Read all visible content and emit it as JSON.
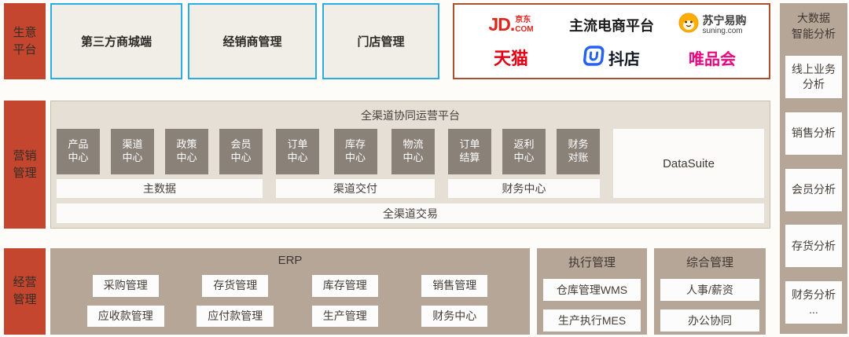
{
  "colors": {
    "rail_red": "#C5462E",
    "top_box_border": "#2BACE2",
    "ecom_border": "#A9512D",
    "panel_beige": "#E6DFD5",
    "dark_box": "#8A8179",
    "tan_panel": "#B6A698",
    "jd_red": "#E1251B",
    "tmall_red": "#E50113",
    "vip_magenta": "#ED037E",
    "douyin_blue": "#2761F1",
    "suning_yellow": "#FFAE00"
  },
  "rails": [
    {
      "label": "生意\n平台"
    },
    {
      "label": "营销\n管理"
    },
    {
      "label": "经营\n管理"
    }
  ],
  "top": {
    "boxes": [
      {
        "label": "第三方商城端"
      },
      {
        "label": "经销商管理"
      },
      {
        "label": "门店管理"
      }
    ],
    "ecommerce": {
      "jd": {
        "main": "JD.",
        "cn": "京东",
        "com": "COM"
      },
      "center_title": "主流电商平台",
      "suning": {
        "cn": "苏宁易购",
        "en": "suning.com"
      },
      "tmall": "天猫",
      "doudian": "抖店",
      "vipshop": "唯品会"
    }
  },
  "middle": {
    "title": "全渠道协同运营平台",
    "groups": [
      {
        "label": "主数据",
        "boxes": [
          "产品\n中心",
          "渠道\n中心",
          "政策\n中心",
          "会员\n中心"
        ]
      },
      {
        "label": "渠道交付",
        "boxes": [
          "订单\n中心",
          "库存\n中心",
          "物流\n中心"
        ]
      },
      {
        "label": "财务中心",
        "boxes": [
          "订单\n结算",
          "返利\n中心",
          "财务\n对账"
        ]
      }
    ],
    "datasuite": "DataSuite",
    "bottom_bar": "全渠道交易"
  },
  "bottom": {
    "erp": {
      "title": "ERP",
      "boxes": [
        "采购管理",
        "存货管理",
        "库存管理",
        "销售管理",
        "应收款管理",
        "应付款管理",
        "生产管理",
        "财务中心"
      ]
    },
    "execution": {
      "title": "执行管理",
      "boxes": [
        "仓库管理WMS",
        "生产执行MES"
      ]
    },
    "comprehensive": {
      "title": "综合管理",
      "boxes": [
        "人事/薪资",
        "办公协同"
      ]
    }
  },
  "right_panel": {
    "title": "大数据\n智能分析",
    "items": [
      "线上业务\n分析",
      "销售分析",
      "会员分析",
      "存货分析",
      "财务分析\n..."
    ]
  }
}
